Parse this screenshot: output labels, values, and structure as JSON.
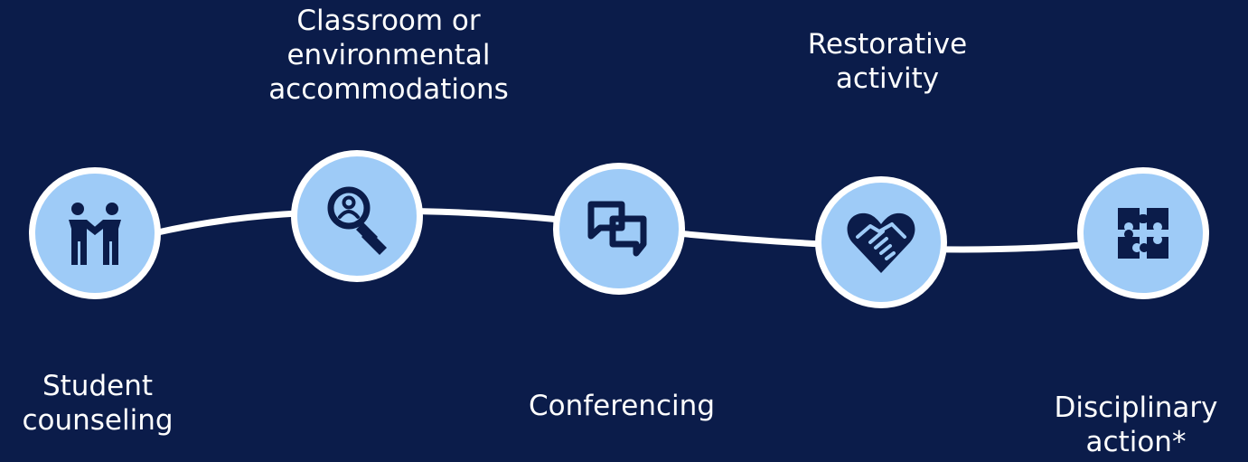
{
  "steps": [
    {
      "id": "student-counseling",
      "label": "Student\ncounseling",
      "icon": "two-people-handshake-icon"
    },
    {
      "id": "classroom-accommodations",
      "label": "Classroom or\nenvironmental\naccommodations",
      "icon": "search-person-icon"
    },
    {
      "id": "conferencing",
      "label": "Conferencing",
      "icon": "chat-bubbles-icon"
    },
    {
      "id": "restorative-activity",
      "label": "Restorative\nactivity",
      "icon": "heart-handshake-icon"
    },
    {
      "id": "disciplinary-action",
      "label": "Disciplinary\naction*",
      "icon": "puzzle-pieces-icon"
    }
  ],
  "colors": {
    "background": "#0b1c4a",
    "node_fill": "#9ecbf7",
    "node_border": "#ffffff",
    "icon": "#0b1c4a",
    "connector": "#ffffff",
    "text": "#ffffff"
  }
}
